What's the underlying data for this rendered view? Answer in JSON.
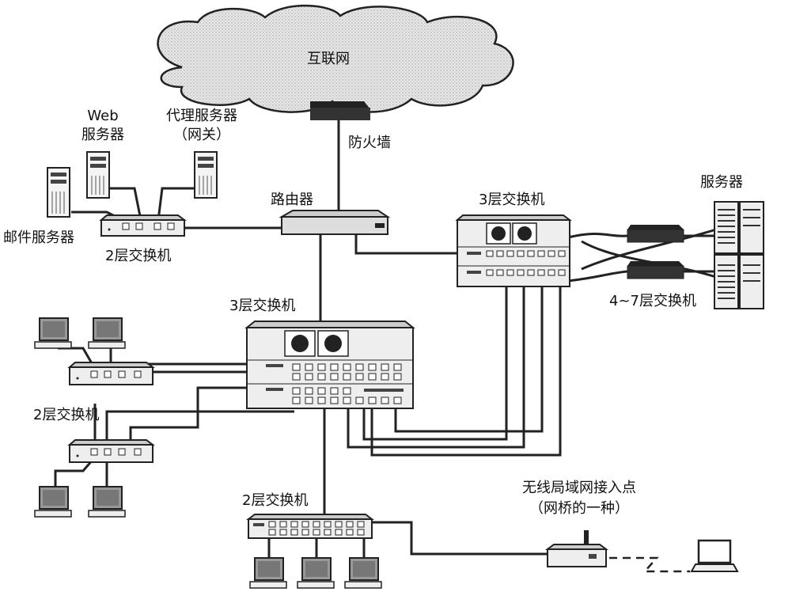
{
  "labels": {
    "internet": "互联网",
    "firewall": "防火墙",
    "router": "路由器",
    "web_server_1": "Web",
    "web_server_2": "服务器",
    "proxy_1": "代理服务器",
    "proxy_2": "（网关）",
    "mail_server": "邮件服务器",
    "l2_switch_top": "2层交换机",
    "l3_switch_right": "3层交换机",
    "servers": "服务器",
    "l47_switch": "4~7层交换机",
    "l3_switch_center": "3层交换机",
    "l2_switch_left": "2层交换机",
    "l2_switch_bottom": "2层交换机",
    "wlan_ap_1": "无线局域网接入点",
    "wlan_ap_2": "（网桥的一种）"
  }
}
